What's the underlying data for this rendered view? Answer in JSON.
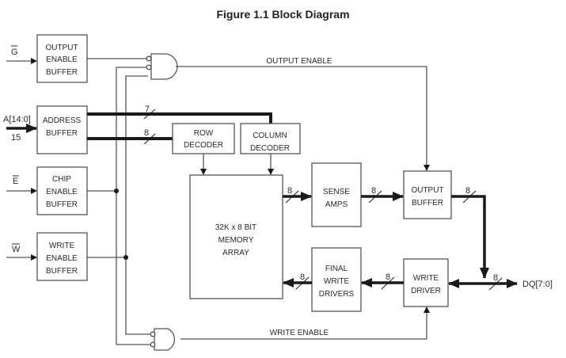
{
  "title": "Figure 1.1 Block Diagram",
  "inputs": {
    "g": "G",
    "a": "A[14:0]",
    "a_width": "15",
    "e": "E",
    "w": "W"
  },
  "blocks": {
    "output_enable_buffer": [
      "OUTPUT",
      "ENABLE",
      "BUFFER"
    ],
    "address_buffer": [
      "ADDRESS",
      "BUFFER"
    ],
    "chip_enable_buffer": [
      "CHIP",
      "ENABLE",
      "BUFFER"
    ],
    "write_enable_buffer": [
      "WRITE",
      "ENABLE",
      "BUFFER"
    ],
    "row_decoder": [
      "ROW",
      "DECODER"
    ],
    "column_decoder": [
      "COLUMN",
      "DECODER"
    ],
    "memory_array": [
      "32K x 8 BIT",
      "MEMORY",
      "ARRAY"
    ],
    "sense_amps": [
      "SENSE",
      "AMPS"
    ],
    "output_buffer": [
      "OUTPUT",
      "BUFFER"
    ],
    "final_write_drivers": [
      "FINAL",
      "WRITE",
      "DRIVERS"
    ],
    "write_driver": [
      "WRITE",
      "DRIVER"
    ]
  },
  "signals": {
    "output_enable": "OUTPUT ENABLE",
    "write_enable": "WRITE ENABLE",
    "dq": "DQ[7:0]"
  },
  "bus_widths": {
    "addr_col": "7",
    "addr_row": "8",
    "array_to_sense": "8",
    "sense_to_out": "8",
    "out_to_dq": "8",
    "dq": "8",
    "wd_to_fwd": "8",
    "fwd_to_array": "8"
  }
}
